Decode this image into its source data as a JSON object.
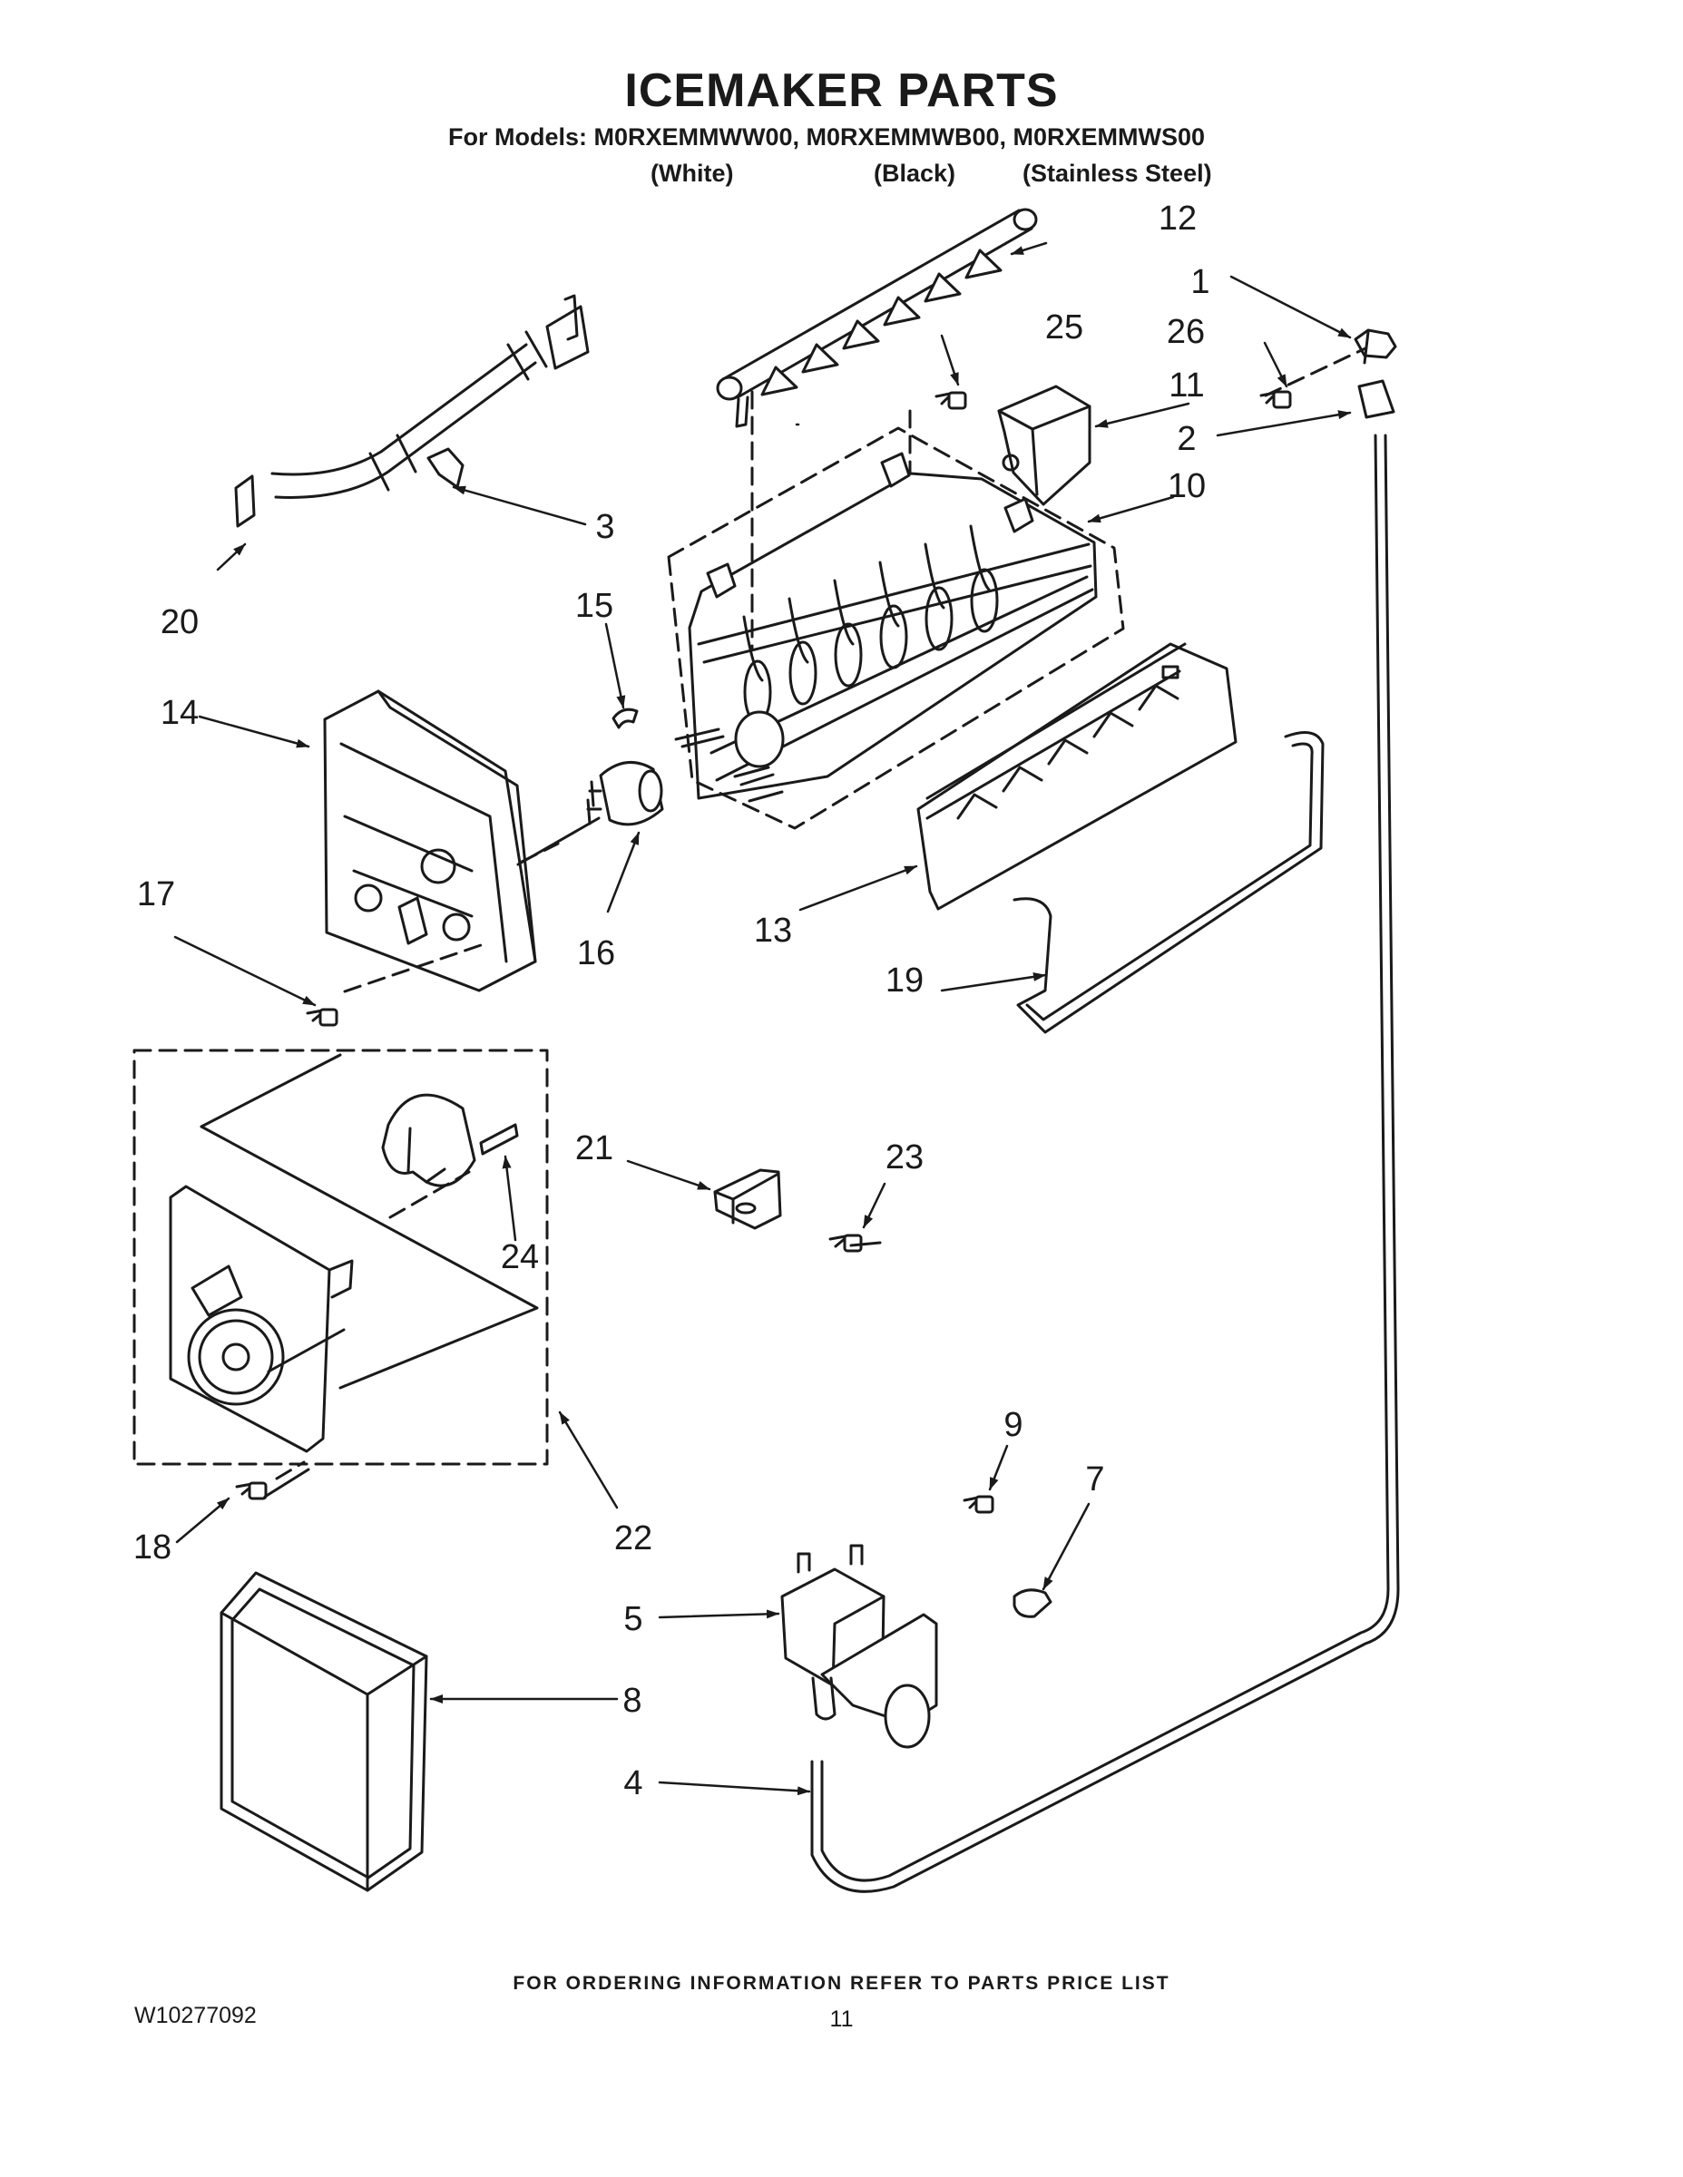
{
  "header": {
    "title": "ICEMAKER PARTS",
    "models_line": "For Models: M0RXEMMWW00, M0RXEMMWB00, M0RXEMMWS00",
    "variants": [
      "(White)",
      "(Black)",
      "(Stainless Steel)"
    ]
  },
  "callouts": {
    "c1": "1",
    "c2": "2",
    "c3": "3",
    "c4": "4",
    "c5": "5",
    "c7": "7",
    "c8": "8",
    "c9": "9",
    "c10": "10",
    "c11": "11",
    "c12": "12",
    "c13": "13",
    "c14": "14",
    "c15": "15",
    "c16": "16",
    "c17": "17",
    "c18": "18",
    "c19": "19",
    "c20": "20",
    "c21": "21",
    "c22": "22",
    "c23": "23",
    "c24": "24",
    "c25": "25",
    "c26": "26"
  },
  "footer": {
    "ordering_note": "FOR ORDERING INFORMATION REFER TO PARTS PRICE LIST",
    "doc_number": "W10277092",
    "page_number": "11"
  }
}
